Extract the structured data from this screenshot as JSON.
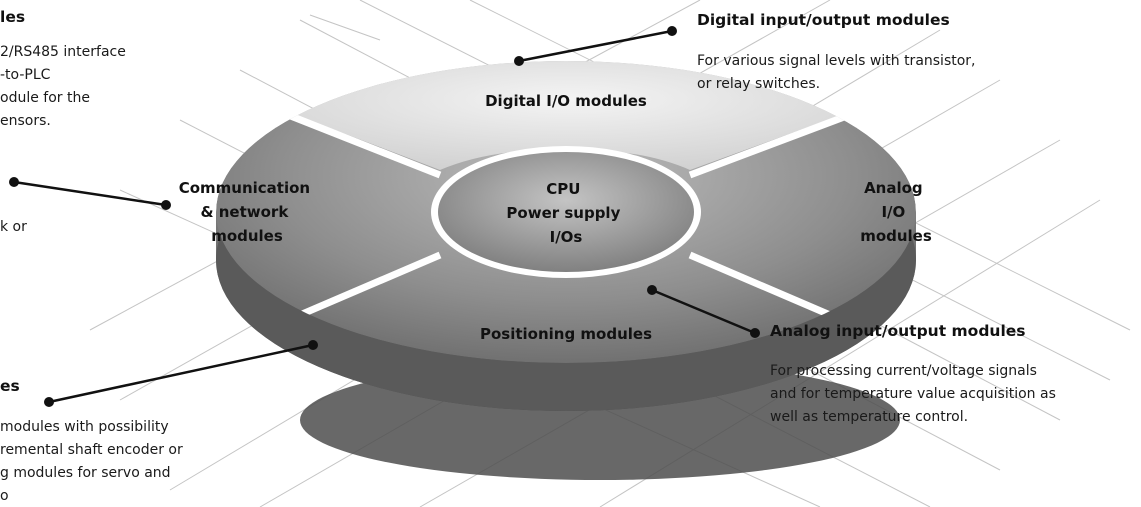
{
  "segments": {
    "top": "Digital I/O modules",
    "left": [
      "Communication",
      "& network",
      "modules"
    ],
    "center": [
      "CPU",
      "Power supply",
      "I/Os"
    ],
    "right": [
      "Analog",
      "I/O",
      "modules"
    ],
    "bottom": "Positioning modules"
  },
  "callouts": {
    "top_left": {
      "title": "les",
      "lines": [
        "2/RS485 interface",
        "-to-PLC",
        "odule for the",
        "ensors."
      ]
    },
    "mid_left": {
      "lines": [
        "k or"
      ]
    },
    "bottom_left": {
      "title": "es",
      "lines": [
        "modules with possibility",
        "remental shaft encoder or",
        "g modules for servo and",
        "o"
      ]
    },
    "top_right": {
      "title": "Digital input/output modules",
      "lines": [
        "For various signal levels with transistor,",
        "or relay switches."
      ]
    },
    "bottom_right": {
      "title": "Analog input/output modules",
      "lines": [
        "For processing current/voltage signals",
        "and for temperature value acquisition as",
        "well as temperature control."
      ]
    }
  }
}
